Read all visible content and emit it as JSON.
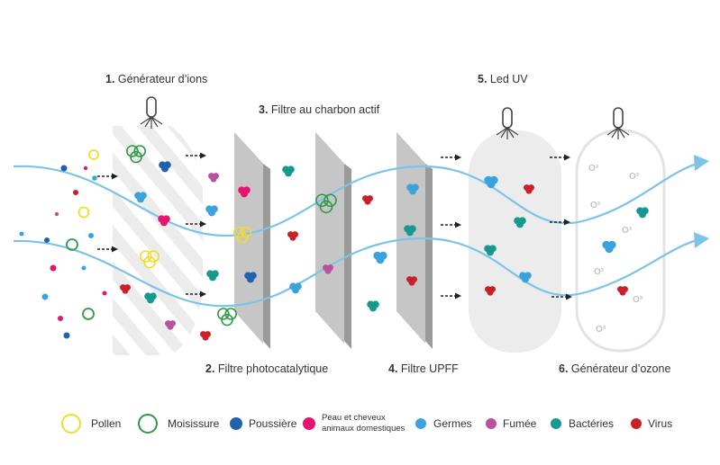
{
  "labels": {
    "stage1": {
      "num": "1.",
      "text": " Générateur d’ions"
    },
    "stage2": {
      "num": "2.",
      "text": " Filtre photocatalytique"
    },
    "stage3": {
      "num": "3.",
      "text": " Filtre au charbon actif"
    },
    "stage4": {
      "num": "4.",
      "text": " Filtre UPFF"
    },
    "stage5": {
      "num": "5.",
      "text": " Led UV"
    },
    "stage6": {
      "num": "6.",
      "text": " Générateur d’ozone"
    }
  },
  "legend": [
    {
      "key": "pollen",
      "label": "Pollen",
      "color": "#f2dc2b"
    },
    {
      "key": "moisissure",
      "label": "Moisissure",
      "color": "#2e9a46"
    },
    {
      "key": "poussiere",
      "label": "Poussière",
      "color": "#1f63ad"
    },
    {
      "key": "peau",
      "label_line1": "Peau et cheveux",
      "label_line2": "animaux domestiques",
      "color": "#e4156f"
    },
    {
      "key": "germes",
      "label": "Germes",
      "color": "#3aa3de"
    },
    {
      "key": "fumee",
      "label": "Fumée",
      "color": "#b8529e"
    },
    {
      "key": "bacteries",
      "label": "Bactéries",
      "color": "#17998f"
    },
    {
      "key": "virus",
      "label": "Virus",
      "color": "#c9202a"
    }
  ],
  "ozone_symbol": "O³",
  "colors": {
    "airflow": "#7cc3e8",
    "panel": "#c6c6c6",
    "panel_edge": "#9a9a9a",
    "capsule": "#ececec",
    "arrow": "#222222"
  }
}
